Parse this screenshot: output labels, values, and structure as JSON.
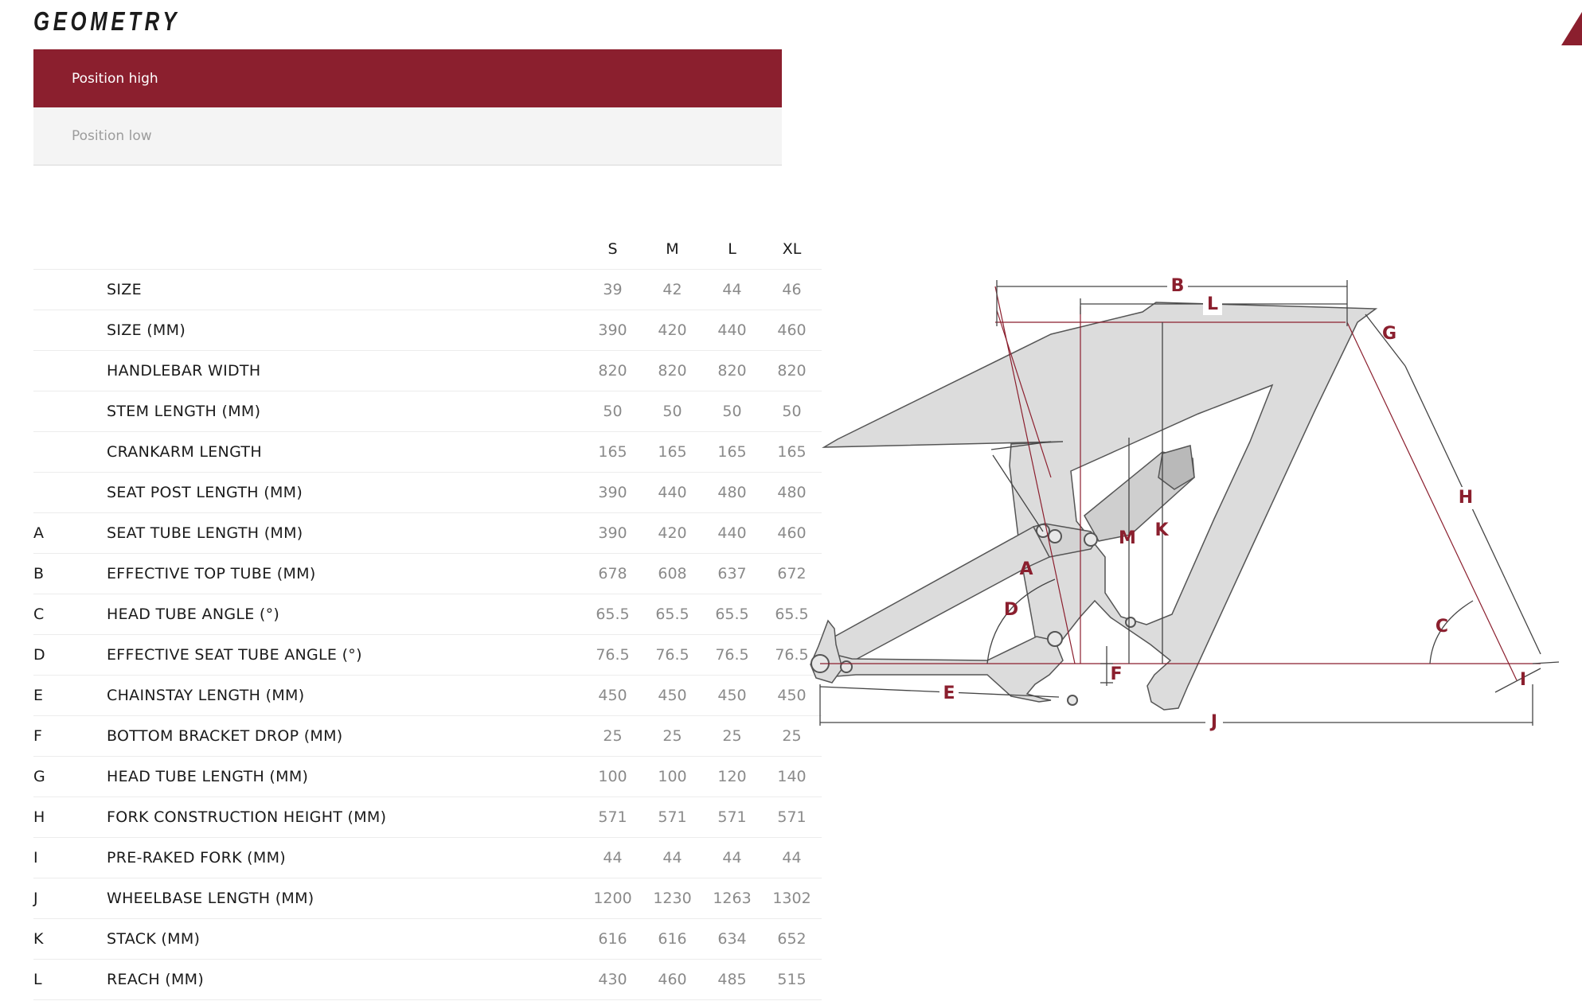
{
  "page": {
    "title": "GEOMETRY"
  },
  "tabs": [
    {
      "label": "Position high",
      "active": true
    },
    {
      "label": "Position low",
      "active": false
    }
  ],
  "table": {
    "sizes": [
      "S",
      "M",
      "L",
      "XL"
    ],
    "rows": [
      {
        "code": "",
        "label": "SIZE",
        "values": [
          "39",
          "42",
          "44",
          "46"
        ]
      },
      {
        "code": "",
        "label": "SIZE (MM)",
        "values": [
          "390",
          "420",
          "440",
          "460"
        ]
      },
      {
        "code": "",
        "label": "HANDLEBAR WIDTH",
        "values": [
          "820",
          "820",
          "820",
          "820"
        ]
      },
      {
        "code": "",
        "label": "STEM LENGTH (MM)",
        "values": [
          "50",
          "50",
          "50",
          "50"
        ]
      },
      {
        "code": "",
        "label": "CRANKARM LENGTH",
        "values": [
          "165",
          "165",
          "165",
          "165"
        ]
      },
      {
        "code": "",
        "label": "SEAT POST LENGTH (MM)",
        "values": [
          "390",
          "440",
          "480",
          "480"
        ]
      },
      {
        "code": "A",
        "label": "SEAT TUBE LENGTH (MM)",
        "values": [
          "390",
          "420",
          "440",
          "460"
        ]
      },
      {
        "code": "B",
        "label": "EFFECTIVE TOP TUBE (MM)",
        "values": [
          "678",
          "608",
          "637",
          "672"
        ]
      },
      {
        "code": "C",
        "label": "HEAD TUBE ANGLE (°)",
        "values": [
          "65.5",
          "65.5",
          "65.5",
          "65.5"
        ]
      },
      {
        "code": "D",
        "label": "EFFECTIVE SEAT TUBE ANGLE (°)",
        "values": [
          "76.5",
          "76.5",
          "76.5",
          "76.5"
        ]
      },
      {
        "code": "E",
        "label": "CHAINSTAY LENGTH (MM)",
        "values": [
          "450",
          "450",
          "450",
          "450"
        ]
      },
      {
        "code": "F",
        "label": "BOTTOM BRACKET DROP (MM)",
        "values": [
          "25",
          "25",
          "25",
          "25"
        ]
      },
      {
        "code": "G",
        "label": "HEAD TUBE LENGTH (MM)",
        "values": [
          "100",
          "100",
          "120",
          "140"
        ]
      },
      {
        "code": "H",
        "label": "FORK CONSTRUCTION HEIGHT (MM)",
        "values": [
          "571",
          "571",
          "571",
          "571"
        ]
      },
      {
        "code": "I",
        "label": "PRE-RAKED FORK (MM)",
        "values": [
          "44",
          "44",
          "44",
          "44"
        ]
      },
      {
        "code": "J",
        "label": "WHEELBASE LENGTH (MM)",
        "values": [
          "1200",
          "1230",
          "1263",
          "1302"
        ]
      },
      {
        "code": "K",
        "label": "STACK (MM)",
        "values": [
          "616",
          "616",
          "634",
          "652"
        ]
      },
      {
        "code": "L",
        "label": "REACH (MM)",
        "values": [
          "430",
          "460",
          "485",
          "515"
        ]
      }
    ]
  },
  "diagram": {
    "labels": {
      "a": "A",
      "b": "B",
      "c": "C",
      "d": "D",
      "e": "E",
      "f": "F",
      "g": "G",
      "h": "H",
      "i": "I",
      "j": "J",
      "k": "K",
      "l": "L",
      "m": "M"
    },
    "colors": {
      "accent": "#8b1f2e",
      "frame": "#dcdcdc",
      "frame_stroke": "#555555",
      "dim_line": "#444444"
    }
  }
}
